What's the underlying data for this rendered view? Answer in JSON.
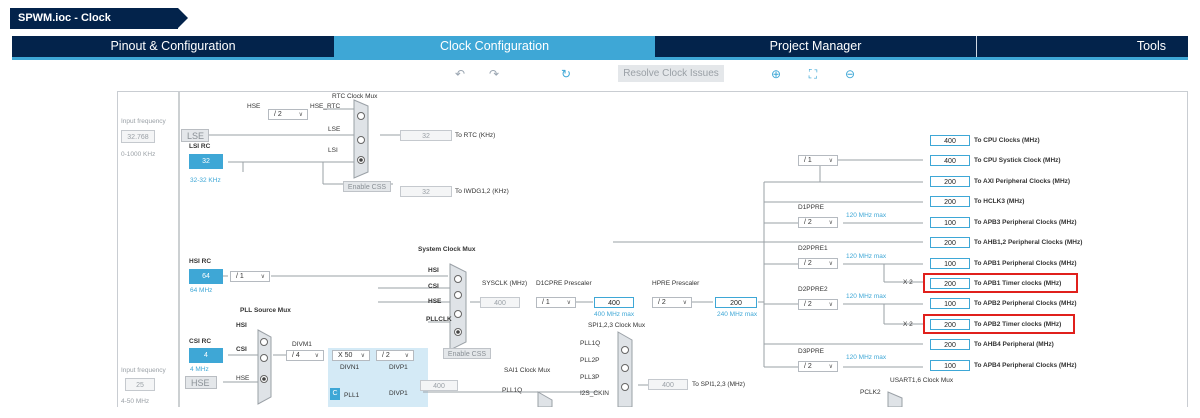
{
  "window": {
    "title": "SPWM.ioc - Clock Configuration"
  },
  "tabs": [
    {
      "label": "Pinout & Configuration",
      "active": false
    },
    {
      "label": "Clock Configuration",
      "active": true
    },
    {
      "label": "Project Manager",
      "active": false
    },
    {
      "label": "Tools",
      "active": false
    }
  ],
  "toolbar": {
    "undo_icon": "undo-icon",
    "redo_icon": "redo-icon",
    "refresh_icon": "refresh-icon",
    "resolve_label": "Resolve Clock Issues",
    "zoom_in_icon": "zoom-in-icon",
    "fit_icon": "fit-icon",
    "zoom_out_icon": "zoom-out-icon"
  },
  "colors": {
    "navy": "#03234b",
    "accent": "#3ea7d6",
    "highlight": "#e0201c"
  },
  "clock": {
    "lse_input": {
      "label": "Input frequency",
      "value": "32.768",
      "range": "0-1000 KHz"
    },
    "lse": "LSE",
    "lsi_rc": {
      "label": "LSI RC",
      "value": "32",
      "unit": "32-32 KHz"
    },
    "rtc_mux": {
      "title": "RTC Clock Mux",
      "hse": "HSE",
      "hse_rtc": "HSE_RTC",
      "div": "/ 2",
      "lse": "LSE",
      "lsi": "LSI"
    },
    "rtc_out": {
      "value": "32",
      "label": "To RTC (KHz)"
    },
    "iwdg_out": {
      "value": "32",
      "label": "To IWDG1,2 (KHz)"
    },
    "enable_css": "Enable CSS",
    "hsi_rc": {
      "label": "HSI RC",
      "value": "64",
      "unit": "64 MHz",
      "div": "/ 1"
    },
    "csi_rc": {
      "label": "CSI RC",
      "value": "4",
      "unit": "4 MHz"
    },
    "hse_input": {
      "label": "Input frequency",
      "value": "25",
      "range": "4-50 MHz"
    },
    "hse": "HSE",
    "sys_mux": {
      "title": "System Clock Mux",
      "hsi": "HSI",
      "csi": "CSI",
      "hse": "HSE",
      "pllclk": "PLLCLK"
    },
    "pll_mux": {
      "title": "PLL Source Mux",
      "hsi": "HSI",
      "csi": "CSI",
      "hse": "HSE"
    },
    "divm1": {
      "label": "DIVM1",
      "value": "/ 4"
    },
    "divn1": {
      "label": "DIVN1",
      "value": "X 50"
    },
    "divp1": {
      "label": "DIVP1",
      "value": "/ 2"
    },
    "pll1_box": "400",
    "pll1_fill": "C",
    "pll1_label": "PLL1",
    "sysclk": {
      "label": "SYSCLK (MHz)",
      "value": "400"
    },
    "d1cpre": {
      "label": "D1CPRE Prescaler",
      "value": "/ 1",
      "out": "400",
      "max": "400 MHz max"
    },
    "hpre": {
      "label": "HPRE Prescaler",
      "value": "/ 2",
      "out": "200",
      "max": "240 MHz max"
    },
    "cpu_div": "/ 1",
    "d1ppre": {
      "label": "D1PPRE",
      "value": "/ 2",
      "max": "120 MHz max"
    },
    "d2ppre1": {
      "label": "D2PPRE1",
      "value": "/ 2",
      "max": "120 MHz max",
      "x2": "X 2"
    },
    "d2ppre2": {
      "label": "D2PPRE2",
      "value": "/ 2",
      "max": "120 MHz max",
      "x2": "X 2"
    },
    "d3ppre": {
      "label": "D3PPRE",
      "value": "/ 2",
      "max": "120 MHz max"
    },
    "outputs": [
      {
        "value": "400",
        "label": "To CPU Clocks (MHz)"
      },
      {
        "value": "400",
        "label": "To CPU Systick Clock (MHz)"
      },
      {
        "value": "200",
        "label": "To AXI Peripheral Clocks (MHz)"
      },
      {
        "value": "200",
        "label": "To HCLK3 (MHz)"
      },
      {
        "value": "100",
        "label": "To APB3 Peripheral Clocks (MHz)"
      },
      {
        "value": "200",
        "label": "To AHB1,2 Peripheral Clocks (MHz)"
      },
      {
        "value": "100",
        "label": "To APB1 Peripheral Clocks (MHz)"
      },
      {
        "value": "200",
        "label": "To APB1 Timer clocks (MHz)"
      },
      {
        "value": "100",
        "label": "To APB2 Peripheral Clocks (MHz)"
      },
      {
        "value": "200",
        "label": "To APB2 Timer clocks (MHz)"
      },
      {
        "value": "200",
        "label": "To AHB4 Peripheral (MHz)"
      },
      {
        "value": "100",
        "label": "To APB4 Peripheral Clocks (MHz)"
      }
    ],
    "spi_mux": {
      "title": "SPI1,2,3 Clock Mux",
      "pll1q": "PLL1Q",
      "pll2p": "PLL2P",
      "pll3p": "PLL3P",
      "i2s": "I2S_CKIN",
      "out": "400",
      "label": "To SPI1,2,3 (MHz)"
    },
    "sai_mux": {
      "title": "SAI1 Clock Mux",
      "pll1q": "PLL1Q"
    },
    "usart_mux": {
      "title": "USART1,6 Clock Mux",
      "pclk2": "PCLK2"
    }
  }
}
